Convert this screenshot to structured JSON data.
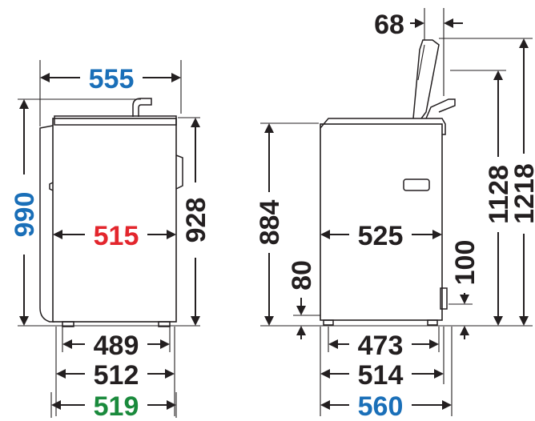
{
  "colors": {
    "black": "#231f20",
    "blue": "#1a6fb8",
    "red": "#e3262d",
    "green": "#1a8a3c"
  },
  "front_view": {
    "overall_width": "555",
    "overall_height": "990",
    "inner_width": "515",
    "body_height": "928",
    "foot_span": "489",
    "base_width": "512",
    "full_width": "519"
  },
  "side_view": {
    "lid_offset": "68",
    "body_height": "884",
    "bottom_clearance": "80",
    "depth": "525",
    "rear_clearance": "100",
    "foot_span": "473",
    "base_depth": "514",
    "full_depth": "560",
    "height_lid_open_inner": "1128",
    "height_lid_open_total": "1218"
  }
}
